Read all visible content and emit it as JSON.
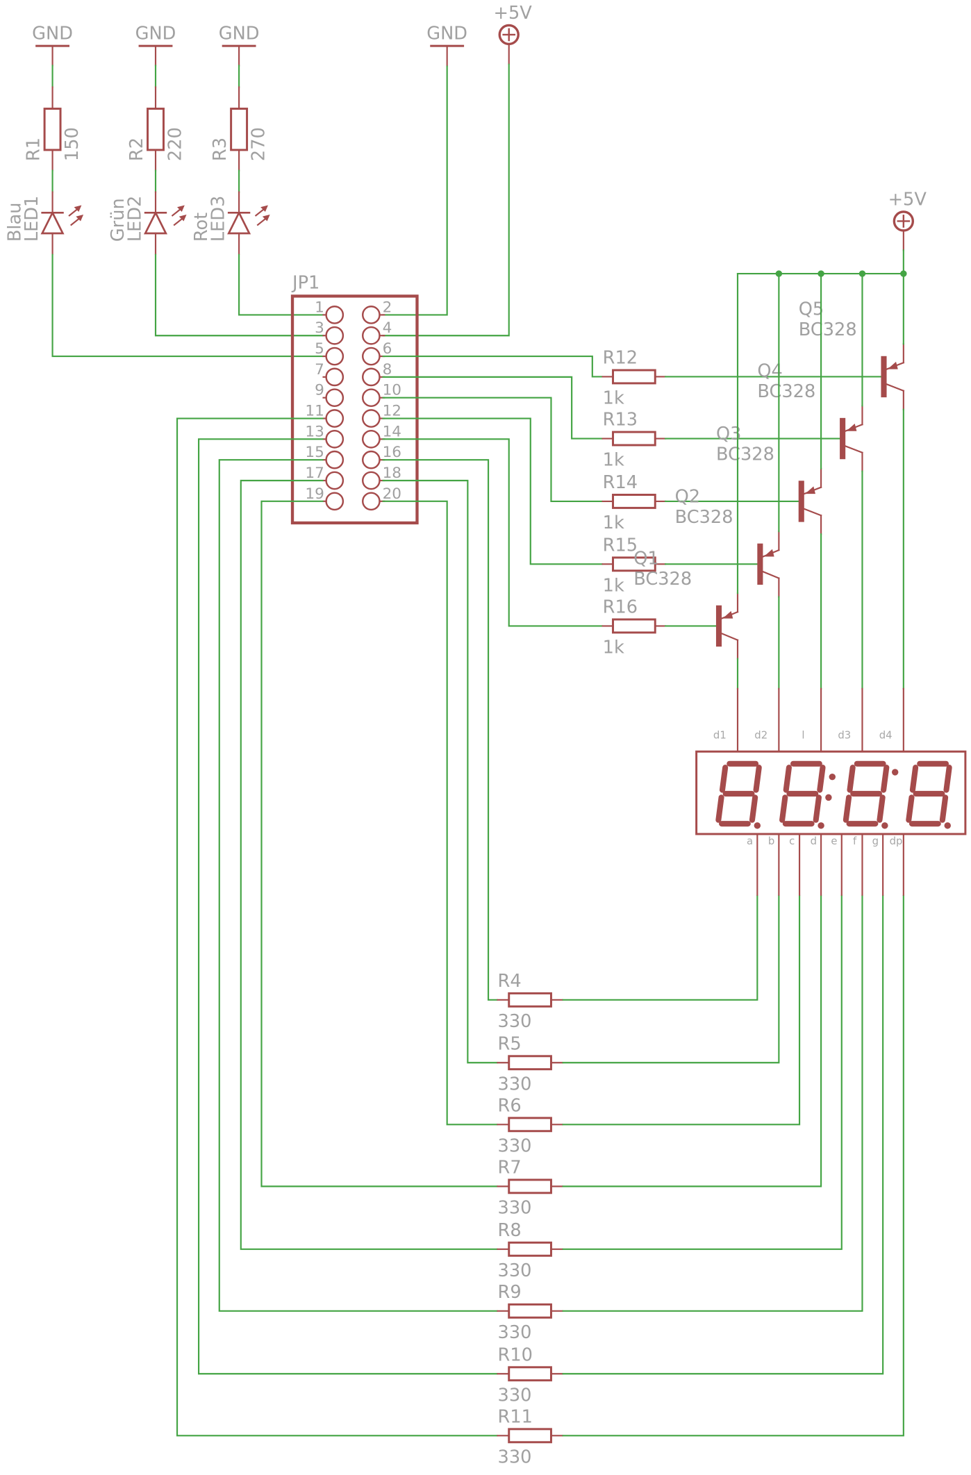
{
  "power": {
    "gnd": "GND",
    "vcc": "+5V"
  },
  "leds": [
    {
      "name": "LED1",
      "label": "Blau"
    },
    {
      "name": "LED2",
      "label": "Grün"
    },
    {
      "name": "LED3",
      "label": "Rot"
    }
  ],
  "led_resistors": [
    {
      "name": "R1",
      "value": "150"
    },
    {
      "name": "R2",
      "value": "220"
    },
    {
      "name": "R3",
      "value": "270"
    }
  ],
  "connector": {
    "name": "JP1",
    "pins": [
      "1",
      "2",
      "3",
      "4",
      "5",
      "6",
      "7",
      "8",
      "9",
      "10",
      "11",
      "12",
      "13",
      "14",
      "15",
      "16",
      "17",
      "18",
      "19",
      "20"
    ]
  },
  "base_resistors": [
    {
      "name": "R12",
      "value": "1k"
    },
    {
      "name": "R13",
      "value": "1k"
    },
    {
      "name": "R14",
      "value": "1k"
    },
    {
      "name": "R15",
      "value": "1k"
    },
    {
      "name": "R16",
      "value": "1k"
    }
  ],
  "transistors": [
    {
      "name": "Q5",
      "part": "BC328"
    },
    {
      "name": "Q4",
      "part": "BC328"
    },
    {
      "name": "Q3",
      "part": "BC328"
    },
    {
      "name": "Q2",
      "part": "BC328"
    },
    {
      "name": "Q1",
      "part": "BC328"
    }
  ],
  "segment_resistors": [
    {
      "name": "R4",
      "value": "330"
    },
    {
      "name": "R5",
      "value": "330"
    },
    {
      "name": "R6",
      "value": "330"
    },
    {
      "name": "R7",
      "value": "330"
    },
    {
      "name": "R8",
      "value": "330"
    },
    {
      "name": "R9",
      "value": "330"
    },
    {
      "name": "R10",
      "value": "330"
    },
    {
      "name": "R11",
      "value": "330"
    }
  ],
  "display": {
    "digit_pins": [
      "d1",
      "d2",
      "l",
      "d3",
      "d4"
    ],
    "segment_pins": [
      "a",
      "b",
      "c",
      "d",
      "e",
      "f",
      "g",
      "dp"
    ]
  },
  "colors": {
    "symbol": "#a54b4b",
    "net": "#44a444",
    "text": "#a0a0a0"
  }
}
